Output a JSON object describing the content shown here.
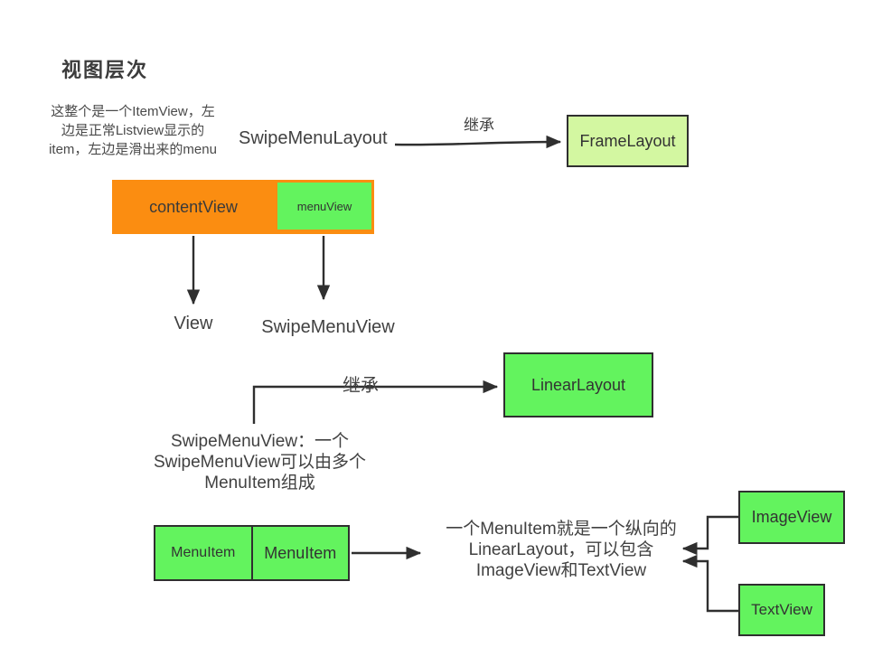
{
  "page": {
    "title": "视图层次"
  },
  "colors": {
    "orange": "#fb8d11",
    "green": "#63f35e",
    "light-green": "#d3f7a1",
    "ink": "#2f2f2f",
    "text": "#3d3d3d"
  },
  "labels": {
    "swipe_menu_layout": "SwipeMenuLayout",
    "inherit_top": "继承",
    "inherit_mid": "继承",
    "view": "View",
    "swipe_menu_view": "SwipeMenuView"
  },
  "boxes": {
    "frame_layout": {
      "label": "FrameLayout"
    },
    "content_view": {
      "label": "contentView"
    },
    "menu_view": {
      "label": "menuView"
    },
    "linear_layout": {
      "label": "LinearLayout"
    },
    "menu_item_left": {
      "label": "MenuItem"
    },
    "menu_item_right": {
      "label": "MenuItem"
    },
    "image_view": {
      "label": "ImageView"
    },
    "text_view": {
      "label": "TextView"
    }
  },
  "notes": {
    "item_view": {
      "line1": "这整个是一个ItemView，左",
      "line2": "边是正常Listview显示的",
      "line3": "item，左边是滑出来的menu"
    },
    "swipe_menu_view": {
      "line1": "SwipeMenuView：一个",
      "line2": "SwipeMenuView可以由多个",
      "line3": "MenuItem组成"
    },
    "menu_item": {
      "line1": "一个MenuItem就是一个纵向的",
      "line2": "LinearLayout，可以包含",
      "line3": "ImageView和TextView"
    }
  }
}
